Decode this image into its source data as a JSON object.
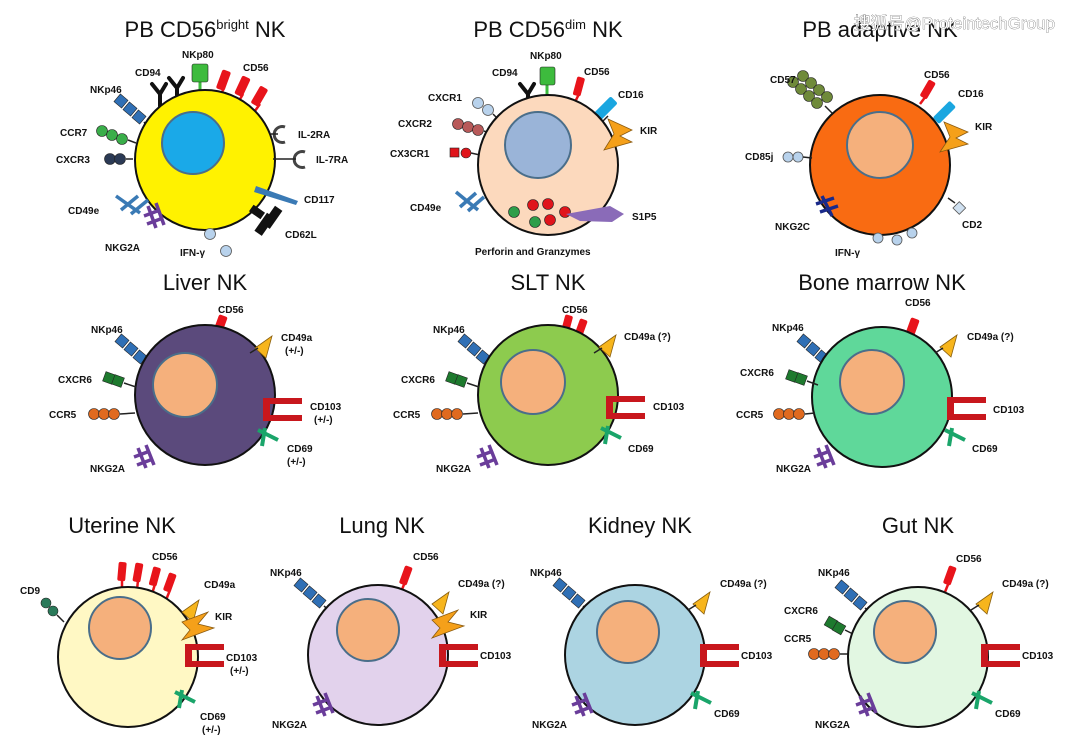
{
  "watermark": "搜狐号@ProteintechGroup",
  "cells": [
    {
      "id": "pb-bright",
      "title": "PB CD56",
      "title_sup": "bright",
      "title_suffix": " NK",
      "fill": "#fff200",
      "nucleus": "#1aa9e8"
    },
    {
      "id": "pb-dim",
      "title": "PB CD56",
      "title_sup": "dim",
      "title_suffix": " NK",
      "fill": "#fcd9bd",
      "nucleus": "#9ab4d8",
      "note": "Perforin and Granzymes"
    },
    {
      "id": "pb-adaptive",
      "title": "PB adaptive NK",
      "fill": "#f96b12",
      "nucleus": "#f5b07c"
    },
    {
      "id": "liver",
      "title": "Liver NK",
      "fill": "#5b4a7c",
      "nucleus": "#f5b07c"
    },
    {
      "id": "slt",
      "title": "SLT NK",
      "fill": "#8dcb4e",
      "nucleus": "#f5b07c"
    },
    {
      "id": "bone-marrow",
      "title": "Bone marrow NK",
      "fill": "#5fd89a",
      "nucleus": "#f5b07c"
    },
    {
      "id": "uterine",
      "title": "Uterine NK",
      "fill": "#fff8c4",
      "nucleus": "#f5b07c"
    },
    {
      "id": "lung",
      "title": "Lung NK",
      "fill": "#e2d2ec",
      "nucleus": "#f5b07c"
    },
    {
      "id": "kidney",
      "title": "Kidney NK",
      "fill": "#acd4e2",
      "nucleus": "#f5b07c"
    },
    {
      "id": "gut",
      "title": "Gut NK",
      "fill": "#e2f7e2",
      "nucleus": "#f5b07c"
    }
  ],
  "labels": {
    "pb_bright": {
      "nkp80": "NKp80",
      "cd94": "CD94",
      "cd56": "CD56",
      "nkp46": "NKp46",
      "ccr7": "CCR7",
      "cxcr3": "CXCR3",
      "il2ra": "IL-2RA",
      "il7ra": "IL-7RA",
      "cd117": "CD117",
      "cd49e": "CD49e",
      "cd62l": "CD62L",
      "nkg2a": "NKG2A",
      "ifng": "IFN-γ"
    },
    "pb_dim": {
      "nkp80": "NKp80",
      "cd94": "CD94",
      "cd56": "CD56",
      "cxcr1": "CXCR1",
      "cd16": "CD16",
      "cxcr2": "CXCR2",
      "kir": "KIR",
      "cx3cr1": "CX3CR1",
      "cd49e": "CD49e",
      "s1p5": "S1P5"
    },
    "pb_adaptive": {
      "cd57": "CD57",
      "cd56": "CD56",
      "cd16": "CD16",
      "kir": "KIR",
      "cd85j": "CD85j",
      "nkg2c": "NKG2C",
      "cd2": "CD2",
      "ifng": "IFN-γ"
    },
    "liver": {
      "cd56": "CD56",
      "nkp46": "NKp46",
      "cd49a": "CD49a",
      "cd49a_note": "(+/-)",
      "cxcr6": "CXCR6",
      "cd103": "CD103",
      "cd103_note": "(+/-)",
      "ccr5": "CCR5",
      "cd69": "CD69",
      "cd69_note": "(+/-)",
      "nkg2a": "NKG2A"
    },
    "slt": {
      "cd56": "CD56",
      "nkp46": "NKp46",
      "cd49a": "CD49a (?)",
      "cxcr6": "CXCR6",
      "cd103": "CD103",
      "ccr5": "CCR5",
      "cd69": "CD69",
      "nkg2a": "NKG2A"
    },
    "bone_marrow": {
      "cd56": "CD56",
      "nkp46": "NKp46",
      "cd49a": "CD49a (?)",
      "cxcr6": "CXCR6",
      "cd103": "CD103",
      "ccr5": "CCR5",
      "cd69": "CD69",
      "nkg2a": "NKG2A"
    },
    "uterine": {
      "cd9": "CD9",
      "cd56": "CD56",
      "cd49a": "CD49a",
      "kir": "KIR",
      "cd103": "CD103",
      "cd103_note": "(+/-)",
      "cd69": "CD69",
      "cd69_note": "(+/-)"
    },
    "lung": {
      "nkp46": "NKp46",
      "cd56": "CD56",
      "cd49a": "CD49a (?)",
      "kir": "KIR",
      "cd103": "CD103",
      "nkg2a": "NKG2A"
    },
    "kidney": {
      "nkp46": "NKp46",
      "cd49a": "CD49a (?)",
      "cd103": "CD103",
      "cd69": "CD69",
      "nkg2a": "NKG2A"
    },
    "gut": {
      "nkp46": "NKp46",
      "cd56": "CD56",
      "cd49a": "CD49a (?)",
      "cxcr6": "CXCR6",
      "ccr5": "CCR5",
      "cd103": "CD103",
      "cd69": "CD69",
      "nkg2a": "NKG2A"
    }
  },
  "colors": {
    "cd56": "#e8141b",
    "nkp46": "#2f6fb5",
    "cd49a": "#f7b51c",
    "cxcr6": "#1e7a2e",
    "ccr5": "#e06a1f",
    "cd103": "#c8171d",
    "cd69": "#1aa56a",
    "nkg2a": "#6a3d9a",
    "nkp80": "#3dbb3d",
    "cd16": "#1aa6e0",
    "kir": "#f5a01a",
    "cd57": "#6f8a3a",
    "ccr7": "#3aae4a",
    "cxcr3": "#2b3a55",
    "cxcr2": "#b85a5a",
    "cx3cr1": "#e0141b",
    "cd117": "#3a7ab5",
    "cd62l": "#111111",
    "s1p5": "#8a6bb8",
    "cd9": "#2a7a5a",
    "light": "#b8d2ec"
  }
}
